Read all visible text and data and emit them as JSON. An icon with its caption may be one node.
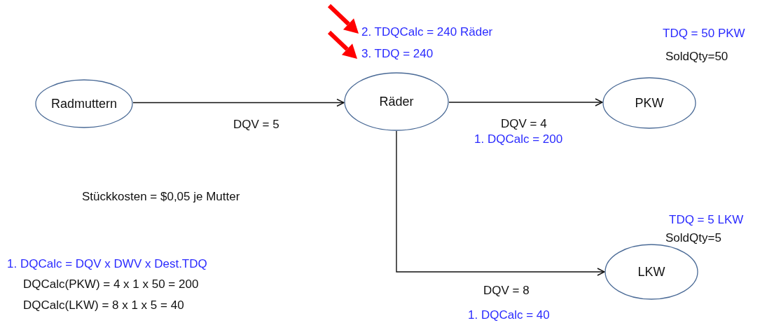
{
  "diagram": {
    "nodes": [
      {
        "text": [
          "Radmuttern"
        ]
      },
      {
        "text": [
          "Räder"
        ],
        "beside": [
          "2. TDQCalc = 240  Räder",
          "3. TDQ = 240"
        ]
      },
      {
        "text": [
          "PKW"
        ],
        "beside": [
          "TDQ = 50 PKW",
          "SoldQty=50"
        ]
      },
      {
        "text": [
          "LKW"
        ],
        "beside": [
          "TDQ = 5 LKW",
          "SoldQty=5"
        ]
      }
    ],
    "edges": [
      {
        "from": 0,
        "to": 1,
        "arrow": "to",
        "label": "DQV = 5"
      },
      {
        "from": 1,
        "to": 2,
        "arrow": "to",
        "label": "DQV = 4"
      },
      {
        "from": 1,
        "to": 3,
        "arrow": "to",
        "label": "DQV = 8"
      }
    ],
    "labels": [
      "1. DQCalc = 200",
      "1. DQCalc = 40",
      "Stückkosten = $0,05 je Mutter",
      "1. DQCalc = DQV x DWV x Dest.TDQ",
      "DQCalc(PKW) = 4 x 1 x 50 = 200",
      "DQCalc(LKW) = 8 x 1 x 5 = 40"
    ]
  }
}
